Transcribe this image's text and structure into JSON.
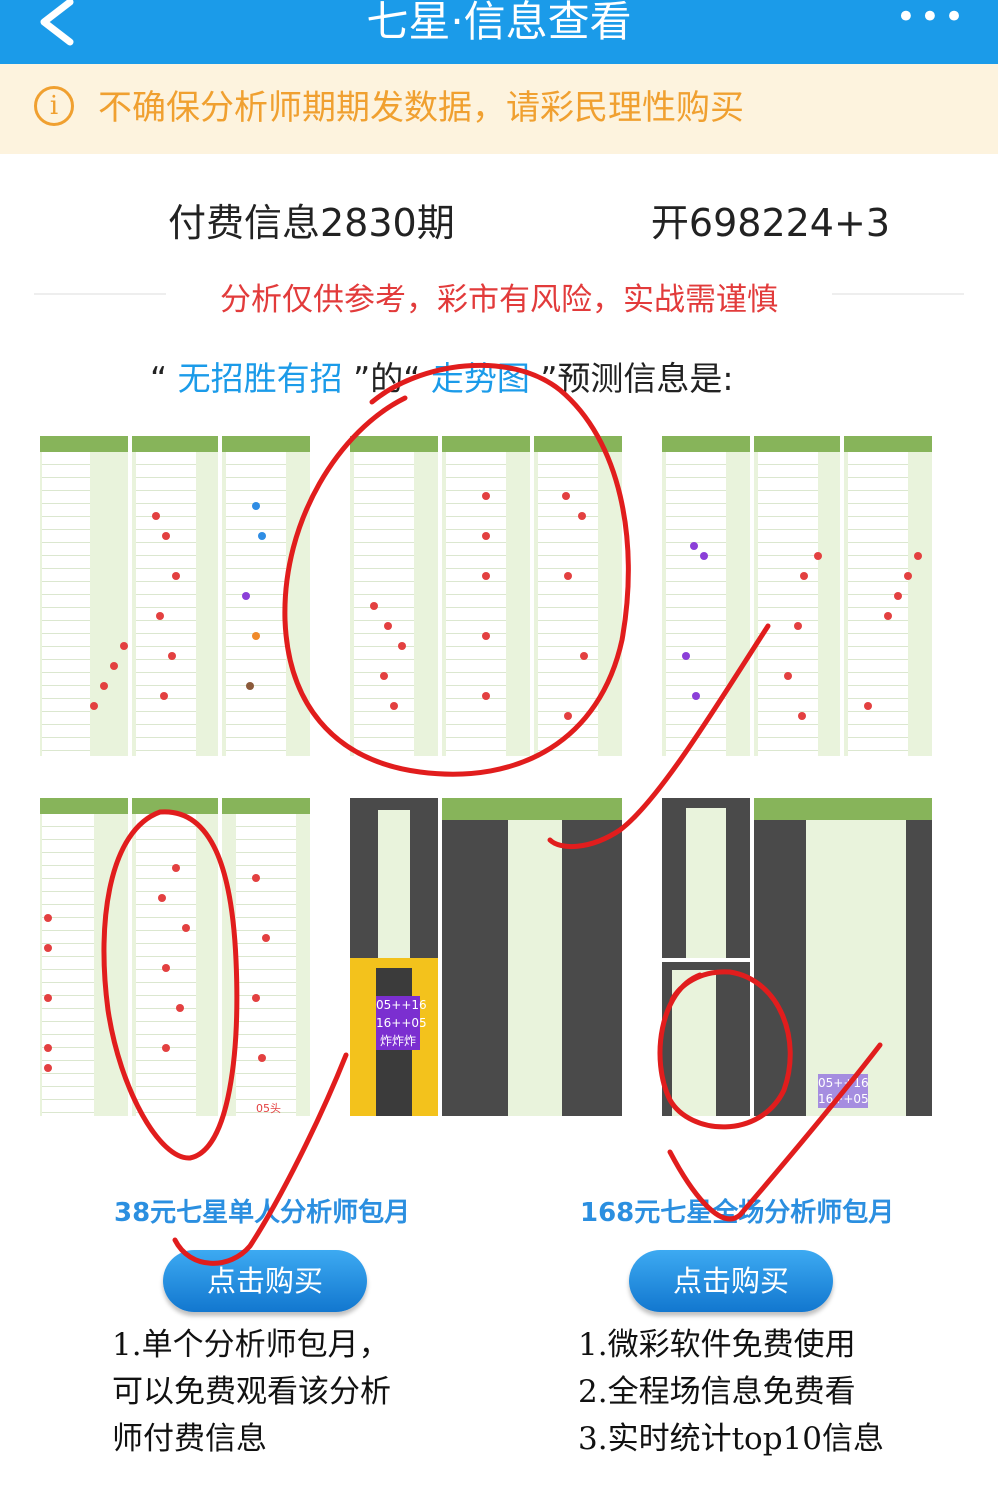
{
  "header": {
    "title": "七星·信息查看",
    "back_icon": "chevron-left-icon",
    "more_label": "•••"
  },
  "notice": {
    "icon": "info-icon",
    "text": "不确保分析师期期发数据，请彩民理性购买"
  },
  "issue": {
    "period": "付费信息2830期",
    "result": "开698224+3"
  },
  "warning": "分析仅供参考，彩市有风险，实战需谨慎",
  "prediction": {
    "q1": "“",
    "method": "无招胜有招",
    "q2": "”的“",
    "type": "走势图",
    "q3": "”预测信息是:"
  },
  "screenshots": {
    "badge_1": "05++16",
    "badge_2": "16++05",
    "badge_3": "炸炸炸",
    "badge_4": "05头",
    "badge_5": "05++16",
    "badge_6": "16++05"
  },
  "packages": [
    {
      "name": "38元七星单人分析师包月",
      "button": "点击购买",
      "lines": [
        "1.单个分析师包月，",
        "可以免费观看该分析",
        "师付费信息"
      ]
    },
    {
      "name": "168元七星全场分析师包月",
      "button": "点击购买",
      "lines": [
        "1.微彩软件免费使用",
        "2.全程场信息免费看",
        "3.实时统计top10信息"
      ]
    }
  ],
  "colors": {
    "header_bg": "#1b9be9",
    "notice_bg": "#fdf3de",
    "notice_text": "#f0a030",
    "warning_text": "#e23b3b",
    "link_text": "#1b9be9",
    "chart_green": "#87b45a",
    "annotation_red": "#e11d1d"
  }
}
